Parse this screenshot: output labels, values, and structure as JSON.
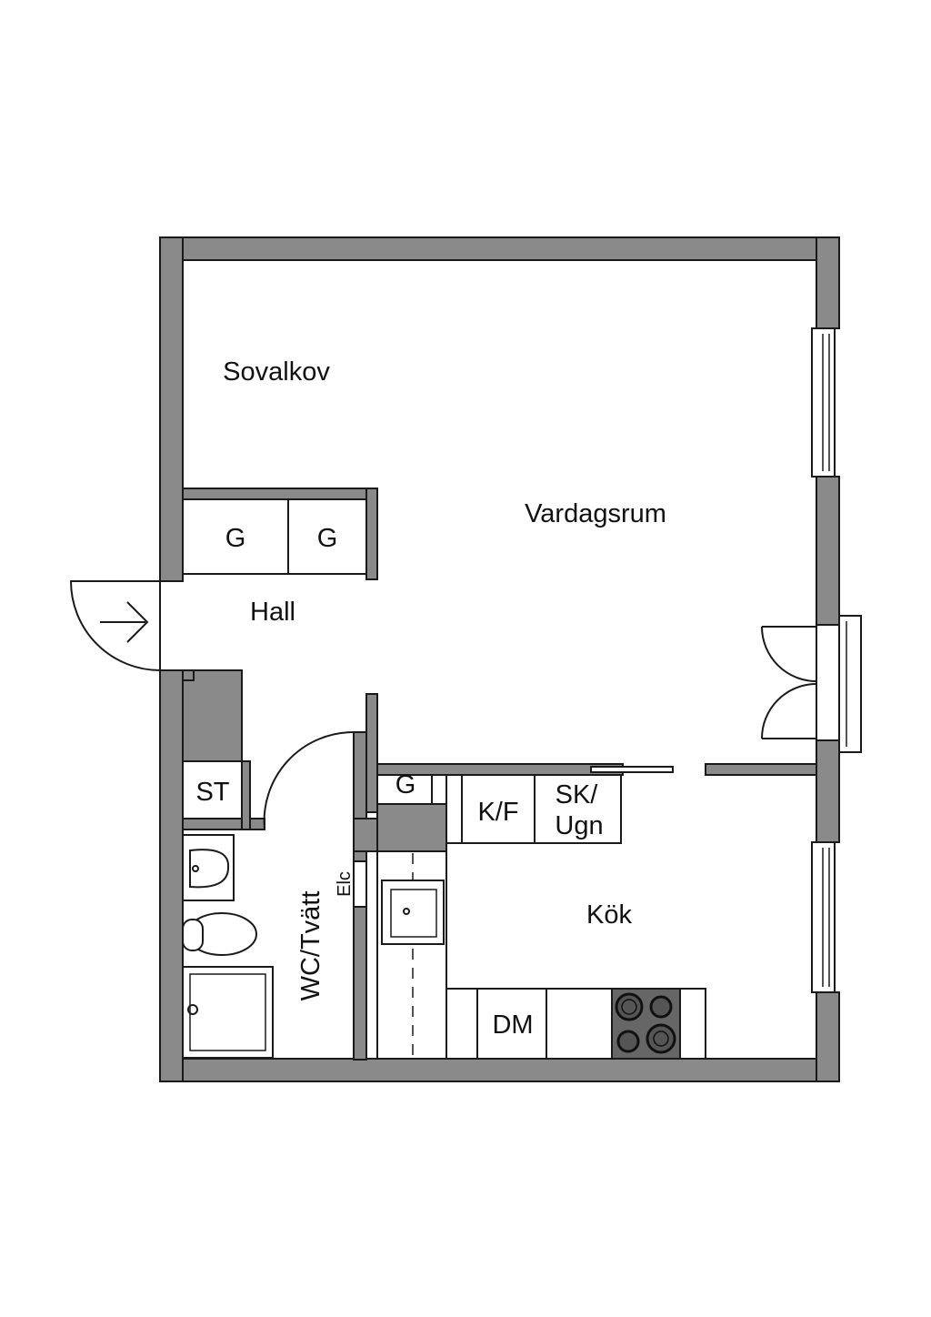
{
  "rooms": {
    "sovalkov": "Sovalkov",
    "vardagsrum": "Vardagsrum",
    "hall": "Hall",
    "kok": "Kök",
    "wc": "WC/Tvätt"
  },
  "fixtures": {
    "wardrobe_1": "G",
    "wardrobe_2": "G",
    "wardrobe_3": "G",
    "storage": "ST",
    "fridge_freezer": "K/F",
    "cabinet_oven_line1": "SK/",
    "cabinet_oven_line2": "Ugn",
    "dishwasher": "DM",
    "electric_panel": "Elc"
  },
  "colors": {
    "wall": "#8a8a8a",
    "outline": "#1a1a1a",
    "background": "#ffffff",
    "stove": "#666666"
  }
}
